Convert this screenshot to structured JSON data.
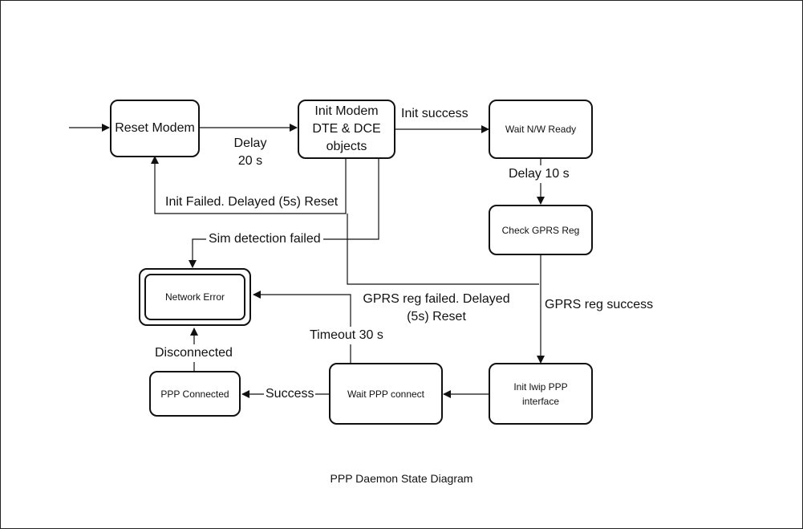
{
  "states": {
    "reset_modem": "Reset Modem",
    "init_modem": "Init Modem DTE & DCE objects",
    "wait_nw_ready": "Wait N/W Ready",
    "check_gprs_reg": "Check GPRS Reg",
    "init_wip_ppp": "Init lwip PPP interface",
    "wait_ppp_connect": "Wait PPP connect",
    "ppp_connected": "PPP Connected",
    "network_error": "Network Error"
  },
  "transitions": {
    "delay_20s": "Delay 20 s",
    "init_success": "Init success",
    "delay_10s": "Delay 10 s",
    "init_failed": "Init Failed. Delayed (5s) Reset",
    "sim_detection_failed": "Sim detection failed",
    "gprs_reg_failed": "GPRS reg failed. Delayed (5s) Reset",
    "gprs_reg_success": "GPRS reg success",
    "timeout_30s": "Timeout 30 s",
    "success": "Success",
    "disconnected": "Disconnected"
  },
  "caption": "PPP Daemon State Diagram"
}
